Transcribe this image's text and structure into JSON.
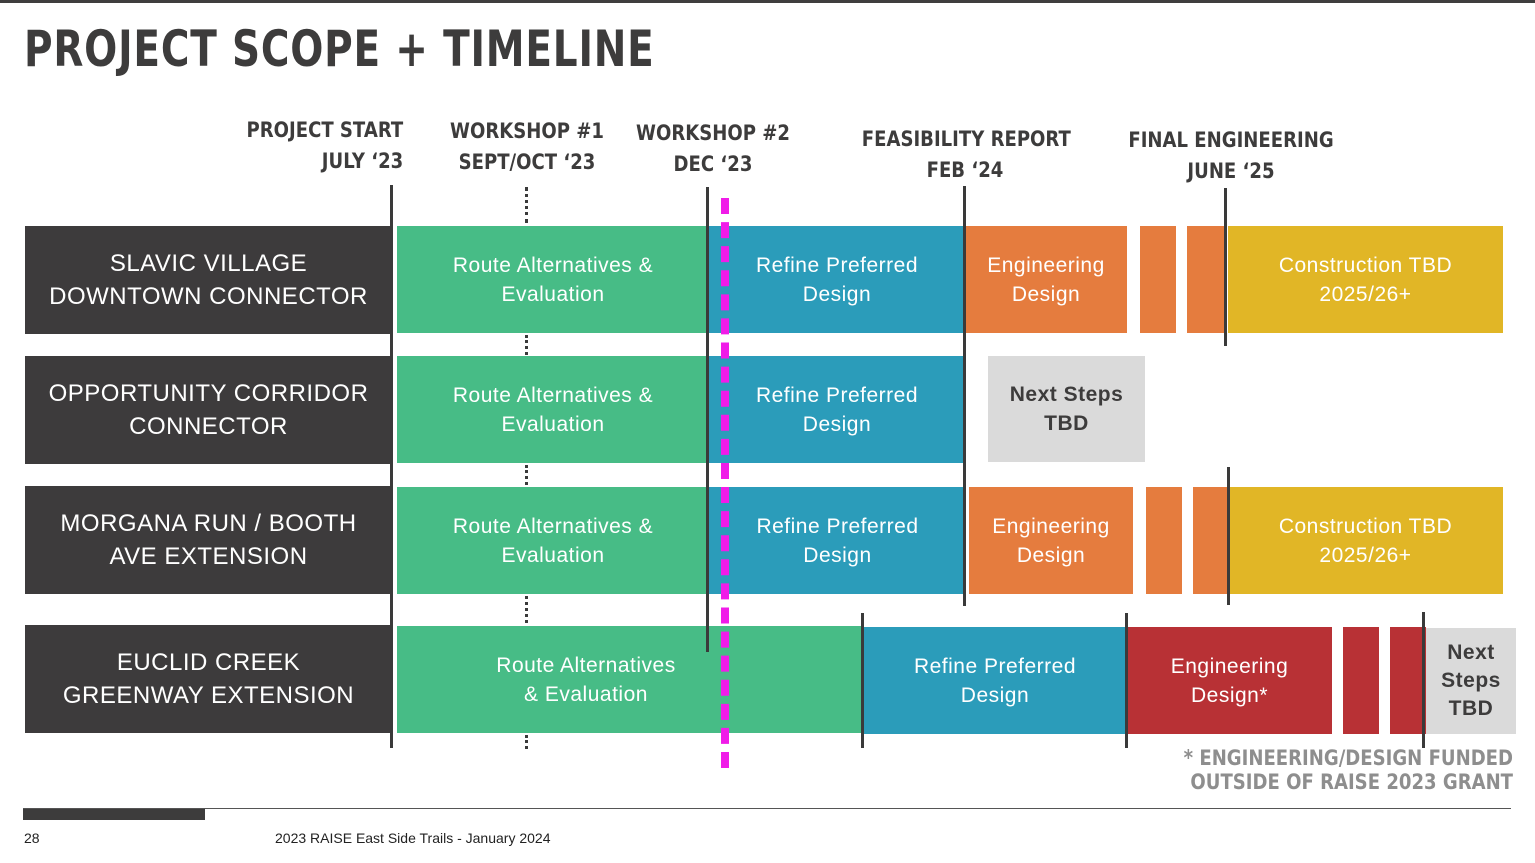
{
  "title": "PROJECT SCOPE + TIMELINE",
  "milestones": [
    {
      "name": "PROJECT START",
      "date": "JULY ‘23"
    },
    {
      "name": "WORKSHOP #1",
      "date": "SEPT/OCT ‘23"
    },
    {
      "name": "WORKSHOP #2",
      "date": "DEC ‘23"
    },
    {
      "name": "FEASIBILITY REPORT",
      "date": "FEB ‘24"
    },
    {
      "name": "FINAL ENGINEERING",
      "date": "JUNE ‘25"
    }
  ],
  "projects": [
    {
      "line1": "SLAVIC VILLAGE",
      "line2": "DOWNTOWN CONNECTOR",
      "bars": [
        {
          "line1": "Route Alternatives &",
          "line2": "Evaluation"
        },
        {
          "line1": "Refine Preferred",
          "line2": "Design"
        },
        {
          "line1": "Engineering",
          "line2": "Design"
        },
        {
          "line1": "Construction TBD",
          "line2": "2025/26+"
        }
      ]
    },
    {
      "line1": "OPPORTUNITY CORRIDOR",
      "line2": "CONNECTOR",
      "bars": [
        {
          "line1": "Route Alternatives &",
          "line2": "Evaluation"
        },
        {
          "line1": "Refine Preferred",
          "line2": "Design"
        },
        {
          "line1": "Next Steps",
          "line2": "TBD"
        }
      ]
    },
    {
      "line1": "MORGANA RUN / BOOTH",
      "line2": "AVE EXTENSION",
      "bars": [
        {
          "line1": "Route Alternatives &",
          "line2": "Evaluation"
        },
        {
          "line1": "Refine Preferred",
          "line2": "Design"
        },
        {
          "line1": "Engineering",
          "line2": "Design"
        },
        {
          "line1": "Construction TBD",
          "line2": "2025/26+"
        }
      ]
    },
    {
      "line1": "EUCLID CREEK",
      "line2": "GREENWAY EXTENSION",
      "bars": [
        {
          "line1": "Route Alternatives",
          "line2": "& Evaluation"
        },
        {
          "line1": "Refine Preferred",
          "line2": "Design"
        },
        {
          "line1": "Engineering",
          "line2": "Design*"
        },
        {
          "line1": "Next",
          "line2": "Steps",
          "line3": "TBD"
        }
      ]
    }
  ],
  "footnote": {
    "line1": "* ENGINEERING/DESIGN FUNDED",
    "line2": "OUTSIDE OF RAISE 2023 GRANT"
  },
  "footer": {
    "page_number": "28",
    "document": "2023 RAISE East Side Trails - January 2024"
  },
  "colors": {
    "route_alternatives": "#47bc86",
    "refine_design": "#2b9cba",
    "engineering": "#e57c3e",
    "engineering_outside_grant": "#b83135",
    "construction": "#e1b626",
    "next_steps": "#dadada",
    "workshop_2_marker": "#f01ce8",
    "row_label": "#3d3b3c"
  }
}
